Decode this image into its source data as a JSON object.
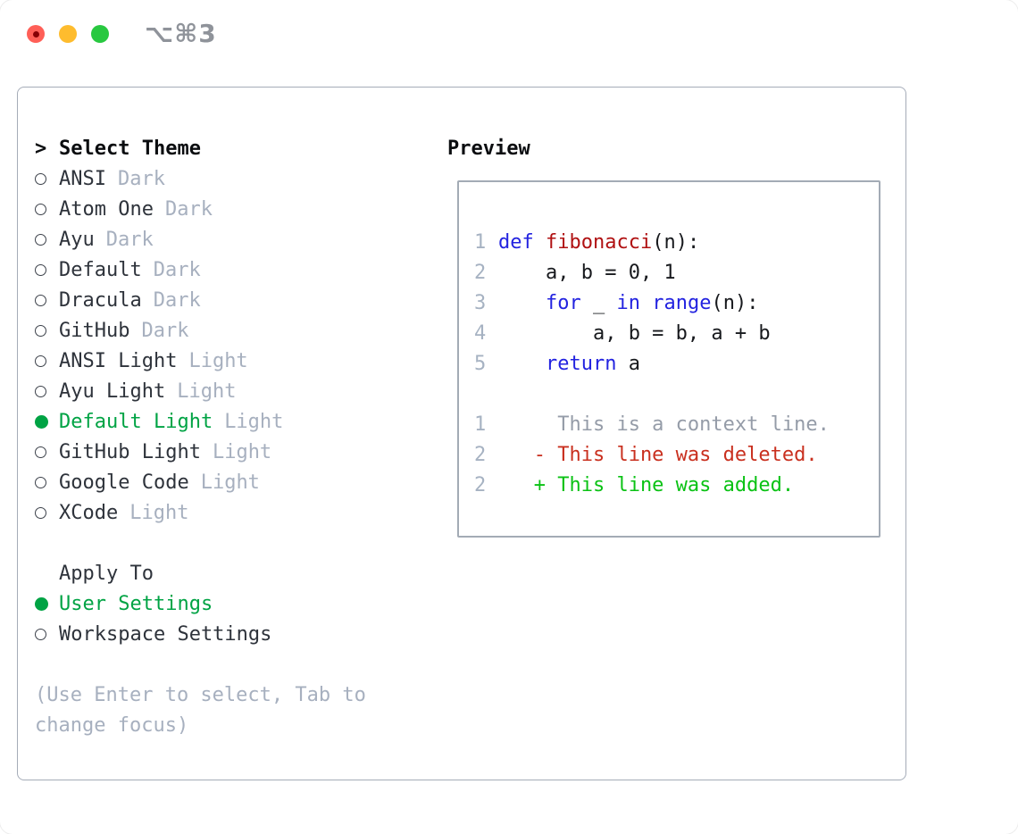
{
  "window": {
    "shortcut_label": "⌥⌘3"
  },
  "colors": {
    "accent_green_selected": "#00a344",
    "diff_added_green": "#0ac214",
    "diff_deleted_red": "#c9301f",
    "keyword_blue": "#2323e0",
    "function_red": "#b01112",
    "muted_gray": "#a7b0bf",
    "traffic_red": "#ff5f57",
    "traffic_yellow": "#febc2e",
    "traffic_green": "#28c840"
  },
  "theme_list": {
    "header_marker": ">",
    "header": "Select Theme",
    "items": [
      {
        "name": "ANSI",
        "variant": "Dark",
        "selected": false
      },
      {
        "name": "Atom One",
        "variant": "Dark",
        "selected": false
      },
      {
        "name": "Ayu",
        "variant": "Dark",
        "selected": false
      },
      {
        "name": "Default",
        "variant": "Dark",
        "selected": false
      },
      {
        "name": "Dracula",
        "variant": "Dark",
        "selected": false
      },
      {
        "name": "GitHub",
        "variant": "Dark",
        "selected": false
      },
      {
        "name": "ANSI Light",
        "variant": "Light",
        "selected": false
      },
      {
        "name": "Ayu Light",
        "variant": "Light",
        "selected": false
      },
      {
        "name": "Default Light",
        "variant": "Light",
        "selected": true
      },
      {
        "name": "GitHub Light",
        "variant": "Light",
        "selected": false
      },
      {
        "name": "Google Code",
        "variant": "Light",
        "selected": false
      },
      {
        "name": "XCode",
        "variant": "Light",
        "selected": false
      }
    ]
  },
  "apply_to": {
    "header": "Apply To",
    "options": [
      {
        "label": "User Settings",
        "selected": true
      },
      {
        "label": "Workspace Settings",
        "selected": false
      }
    ]
  },
  "hint_lines": [
    "(Use Enter to select, Tab to",
    "change focus)"
  ],
  "preview": {
    "header": "Preview",
    "lines": [
      {
        "num": "1",
        "segments": [
          {
            "t": "def",
            "c": "kw"
          },
          {
            "t": " "
          },
          {
            "t": "fibonacci",
            "c": "fn"
          },
          {
            "t": "(n):"
          }
        ]
      },
      {
        "num": "2",
        "segments": [
          {
            "t": "    a, b = 0, 1"
          }
        ]
      },
      {
        "num": "3",
        "segments": [
          {
            "t": "    "
          },
          {
            "t": "for",
            "c": "kw"
          },
          {
            "t": " _ "
          },
          {
            "t": "in",
            "c": "kw"
          },
          {
            "t": " "
          },
          {
            "t": "range",
            "c": "kw"
          },
          {
            "t": "(n):"
          }
        ]
      },
      {
        "num": "4",
        "segments": [
          {
            "t": "        a, b = b, a + b"
          }
        ]
      },
      {
        "num": "5",
        "segments": [
          {
            "t": "    "
          },
          {
            "t": "return",
            "c": "kw"
          },
          {
            "t": " a"
          }
        ]
      },
      {
        "num": "",
        "segments": []
      },
      {
        "num": "1",
        "segments": [
          {
            "t": "     This is a context line.",
            "c": "ctx"
          }
        ]
      },
      {
        "num": "2",
        "segments": [
          {
            "t": "   - This line was deleted.",
            "c": "del"
          }
        ]
      },
      {
        "num": "2",
        "segments": [
          {
            "t": "   + This line was added.",
            "c": "add"
          }
        ]
      }
    ]
  }
}
